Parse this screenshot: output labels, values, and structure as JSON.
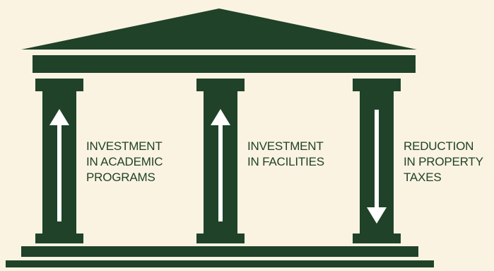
{
  "colors": {
    "background": "#fbf3e1",
    "structure": "#1f4229",
    "arrow": "#ffffff",
    "label_text": "#1f4229"
  },
  "pillars": [
    {
      "label": "INVESTMENT\nIN ACADEMIC\nPROGRAMS",
      "arrow_direction": "up",
      "arrow_icon": "arrow-up-icon"
    },
    {
      "label": "INVESTMENT\nIN FACILITIES",
      "arrow_direction": "up",
      "arrow_icon": "arrow-up-icon"
    },
    {
      "label": "REDUCTION\nIN PROPERTY\nTAXES",
      "arrow_direction": "down",
      "arrow_icon": "arrow-down-icon"
    }
  ]
}
